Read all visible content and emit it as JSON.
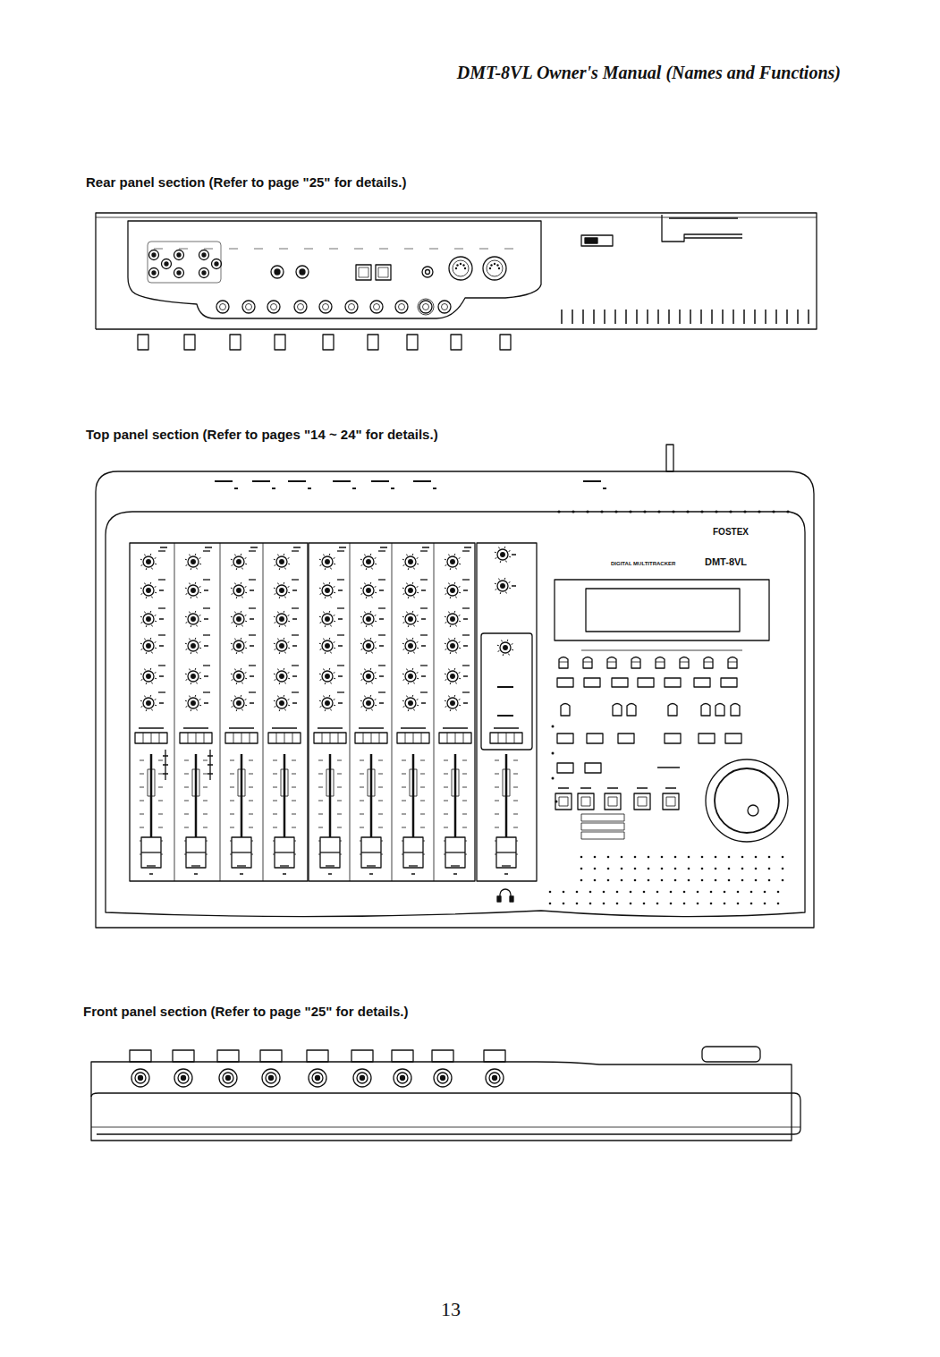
{
  "diagram": {
    "nodes": [
      {
        "text": [
          "Rear panel section (Refer to page \"25\" for details.)"
        ]
      },
      {
        "text": [
          "Top panel section (Refer to pages \"14 ~ 24\" for details.)"
        ]
      },
      {
        "text": [
          "Front panel section (Refer to page \"25\" for details.)"
        ]
      }
    ],
    "labels": [
      "DMT-8VL Owner's Manual (Names and Functions)",
      "FOSTEX",
      "DIGITAL MULTITRACKER",
      "DMT-8VL",
      "13"
    ]
  }
}
